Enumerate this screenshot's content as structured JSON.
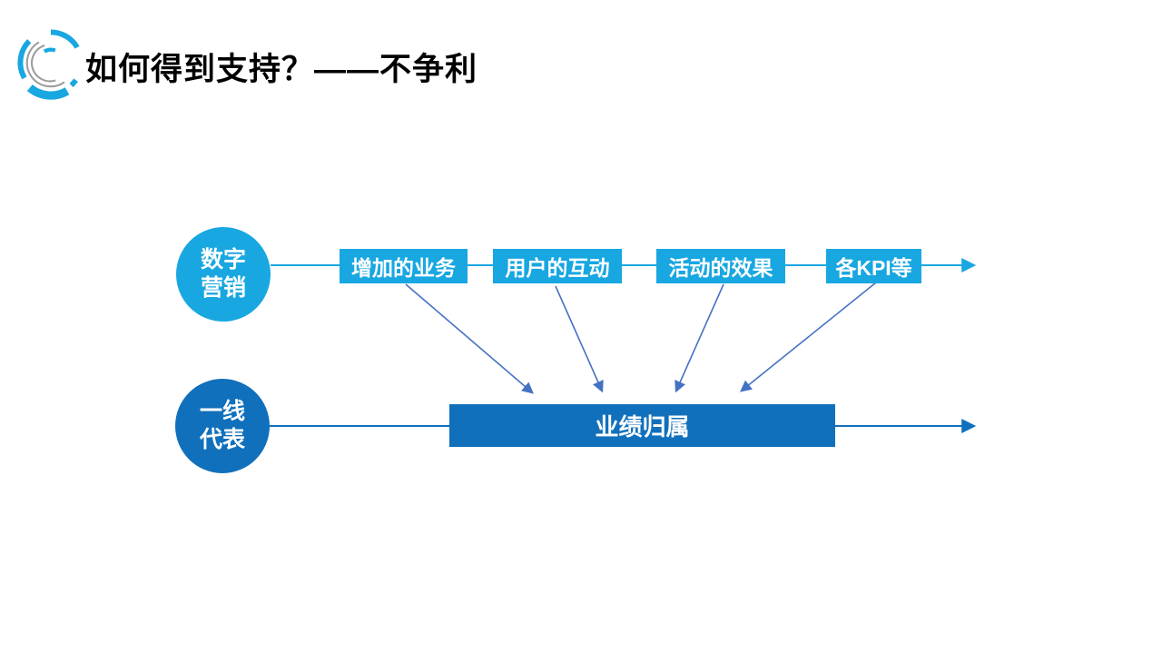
{
  "title": "如何得到支持？——不争利",
  "row1": {
    "circle": {
      "line1": "数字",
      "line2": "营销"
    },
    "boxes": [
      {
        "label": "增加的业务"
      },
      {
        "label": "用户的互动"
      },
      {
        "label": "活动的效果"
      },
      {
        "label": "各KPI等"
      }
    ]
  },
  "row2": {
    "circle": {
      "line1": "一线",
      "line2": "代表"
    },
    "box": {
      "label": "业绩归属"
    }
  },
  "colors": {
    "cyan": "#18a7e1",
    "dark_blue": "#1070bc",
    "connector": "#4472c4",
    "logo_gray": "#9d9d9d",
    "title_text": "#000000",
    "label_text": "#ffffff"
  }
}
